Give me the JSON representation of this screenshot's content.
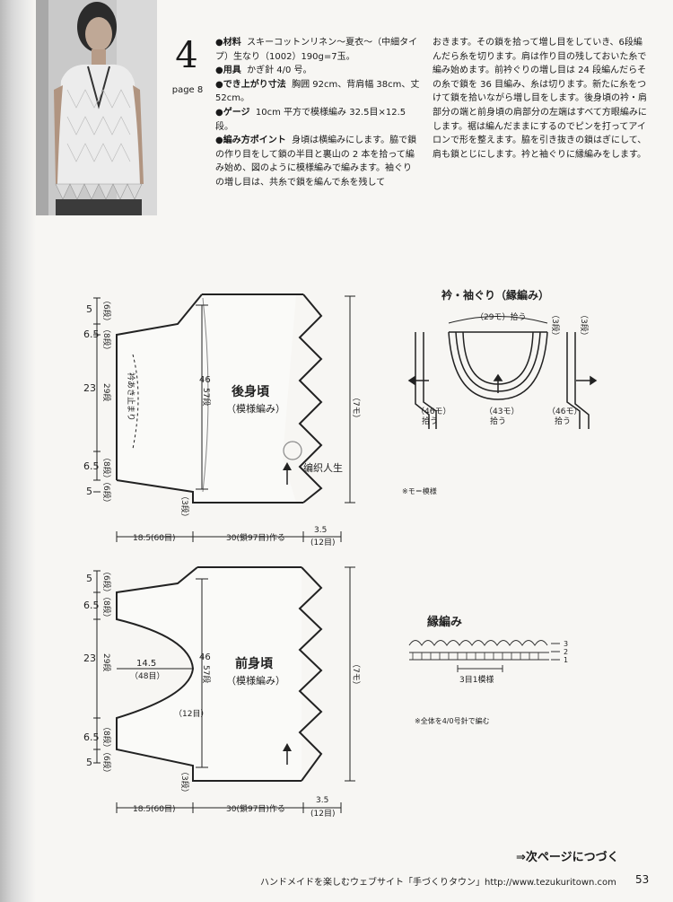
{
  "pattern": {
    "number": "4",
    "page_ref": "page 8"
  },
  "specs": {
    "material_label": "●材料",
    "material_value": "スキーコットンリネン〜夏衣〜（中細タイプ）生なり（1002）190g=7玉。",
    "tools_label": "●用具",
    "tools_value": "かぎ針 4/0 号。",
    "size_label": "●でき上がり寸法",
    "size_value": "胸囲 92cm、背肩幅 38cm、丈 52cm。",
    "gauge_label": "●ゲージ",
    "gauge_value": "10cm 平方で模様編み 32.5目×12.5段。",
    "points_label": "●編み方ポイント",
    "points_value": "身頃は横編みにします。脇で鎖の作り目をして鎖の半目と裏山の 2 本を拾って編み始め、図のように模様編みで編みます。袖ぐりの増し目は、共糸で鎖を編んで糸を残して"
  },
  "notes": "おきます。その鎖を拾って増し目をしていき、6段編んだら糸を切ります。肩は作り目の残しておいた糸で編み始めます。前衿ぐりの増し目は 24 段編んだらその糸で鎖を 36 目編み、糸は切ります。新たに糸をつけて鎖を拾いながら増し目をします。後身頃の衿・肩部分の端と前身頃の肩部分の左端はすべて方眼編みにします。裾は編んだままにするのでピンを打ってアイロンで形を整えます。脇を引き抜きの鎖はぎにして、肩も鎖とじにします。衿と袖ぐりに縁編みをします。",
  "back": {
    "title": "後身頃",
    "subtitle": "（模様編み）",
    "rows": [
      "5",
      "6.5",
      "23",
      "6.5",
      "5"
    ],
    "rows2": [
      "（6段）",
      "（8段）",
      "29段",
      "（8段）",
      "（6段）"
    ],
    "neck": "衿あき止まり",
    "height": "46",
    "height_rows": "57段",
    "hem": "（7モ）",
    "hem_rows": "（3段）",
    "bottom_left": "18.5(60目)",
    "bottom_mid": "30(鎖97目)作る",
    "bottom_right": "3.5",
    "bottom_right2": "(12目)"
  },
  "front": {
    "title": "前身頃",
    "subtitle": "（模様編み）",
    "rows": [
      "5",
      "6.5",
      "23",
      "6.5",
      "5"
    ],
    "rows2": [
      "（6段）",
      "（8段）",
      "29段",
      "（8段）",
      "（6段）"
    ],
    "neck_depth": "14.5",
    "neck_depth2": "（48目）",
    "neck_inc": "（12目）",
    "height": "46",
    "height_rows": "57段",
    "hem": "（7モ）",
    "hem_rows": "（3段）",
    "bottom_left": "18.5(60目)",
    "bottom_mid": "30(鎖97目)作る",
    "bottom_right": "3.5",
    "bottom_right2": "(12目)"
  },
  "edging": {
    "title": "衿・袖ぐり（縁編み）",
    "neck_top": "（29モ）拾う",
    "neck_bottom": "（43モ）",
    "neck_bottom2": "拾う",
    "arm_left": "（46モ）",
    "arm_left2": "拾う",
    "arm_right": "（46モ）",
    "arm_right2": "拾う",
    "rows_left": "（3段）",
    "rows_right": "（3段）",
    "mo_note": "※モ＝模様"
  },
  "border": {
    "title": "縁編み",
    "repeat": "3目1模様",
    "row3": "3",
    "row2": "2",
    "row1": "1",
    "note": "※全体を4/0号針で編む"
  },
  "watermark": "编织人生",
  "next_page": "⇒次ページにつづく",
  "footer": "ハンドメイドを楽しむウェブサイト「手づくりタウン」http://www.tezukuritown.com",
  "page_number": "53"
}
